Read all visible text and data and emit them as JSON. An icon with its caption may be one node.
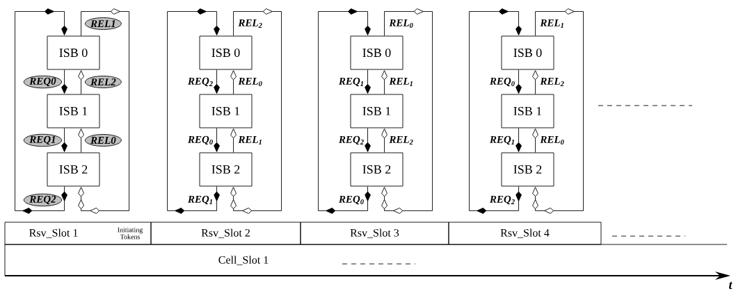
{
  "diagram": {
    "nodes": [
      {
        "text": [
          "ISB 0"
        ]
      },
      {
        "text": [
          "ISB 1"
        ]
      },
      {
        "text": [
          "ISB 2"
        ]
      },
      {
        "text": [
          "ISB 0"
        ]
      },
      {
        "text": [
          "ISB 1"
        ]
      },
      {
        "text": [
          "ISB 2"
        ]
      },
      {
        "text": [
          "ISB 0"
        ]
      },
      {
        "text": [
          "ISB 1"
        ]
      },
      {
        "text": [
          "ISB 2"
        ]
      },
      {
        "text": [
          "ISB 0"
        ]
      },
      {
        "text": [
          "ISB 1"
        ]
      },
      {
        "text": [
          "ISB 2"
        ]
      },
      {
        "text": [
          "Rsv_Slot 1",
          "Initiating Tokens"
        ]
      },
      {
        "text": [
          "Rsv_Slot 2"
        ]
      },
      {
        "text": [
          "Rsv_Slot 3"
        ]
      },
      {
        "text": [
          "Rsv_Slot 4"
        ]
      },
      {
        "text": [
          "Cell_Slot 1"
        ]
      }
    ],
    "edges": [
      {
        "from": 0,
        "to": 1,
        "arrow": "to",
        "label": "REQ0"
      },
      {
        "from": 1,
        "to": 0,
        "arrow": "to",
        "label": "REL2"
      },
      {
        "from": 1,
        "to": 2,
        "arrow": "to",
        "label": "REQ1"
      },
      {
        "from": 2,
        "to": 1,
        "arrow": "to",
        "label": "REL0"
      },
      {
        "from": 2,
        "to": 0,
        "arrow": "to",
        "label": "REQ2"
      },
      {
        "from": 0,
        "to": 2,
        "arrow": "to",
        "label": "REL1"
      },
      {
        "from": 3,
        "to": 4,
        "arrow": "to",
        "label": "REQ$_{2}$"
      },
      {
        "from": 4,
        "to": 3,
        "arrow": "to",
        "label": "REL$_{0}$"
      },
      {
        "from": 4,
        "to": 5,
        "arrow": "to",
        "label": "REQ$_{0}$"
      },
      {
        "from": 5,
        "to": 4,
        "arrow": "to",
        "label": "REL$_{1}$"
      },
      {
        "from": 5,
        "to": 3,
        "arrow": "to",
        "label": "REQ$_{1}$"
      },
      {
        "from": 3,
        "to": 5,
        "arrow": "to",
        "label": "REL$_{2}$"
      },
      {
        "from": 6,
        "to": 7,
        "arrow": "to",
        "label": "REQ$_{1}$"
      },
      {
        "from": 7,
        "to": 6,
        "arrow": "to",
        "label": "REL$_{1}$"
      },
      {
        "from": 7,
        "to": 8,
        "arrow": "to",
        "label": "REQ$_{2}$"
      },
      {
        "from": 8,
        "to": 7,
        "arrow": "to",
        "label": "REL$_{2}$"
      },
      {
        "from": 8,
        "to": 6,
        "arrow": "to",
        "label": "REQ$_{0}$"
      },
      {
        "from": 6,
        "to": 8,
        "arrow": "to",
        "label": "REL$_{0}$"
      },
      {
        "from": 9,
        "to": 10,
        "arrow": "to",
        "label": "REQ$_{0}$"
      },
      {
        "from": 10,
        "to": 9,
        "arrow": "to",
        "label": "REL$_{2}$"
      },
      {
        "from": 10,
        "to": 11,
        "arrow": "to",
        "label": "REQ$_{1}$"
      },
      {
        "from": 11,
        "to": 10,
        "arrow": "to",
        "label": "REL$_{0}$"
      },
      {
        "from": 11,
        "to": 9,
        "arrow": "to",
        "label": "REQ$_{2}$"
      },
      {
        "from": 9,
        "to": 11,
        "arrow": "to",
        "label": "REL$_{1}$"
      }
    ],
    "labels": [
      "t"
    ]
  }
}
